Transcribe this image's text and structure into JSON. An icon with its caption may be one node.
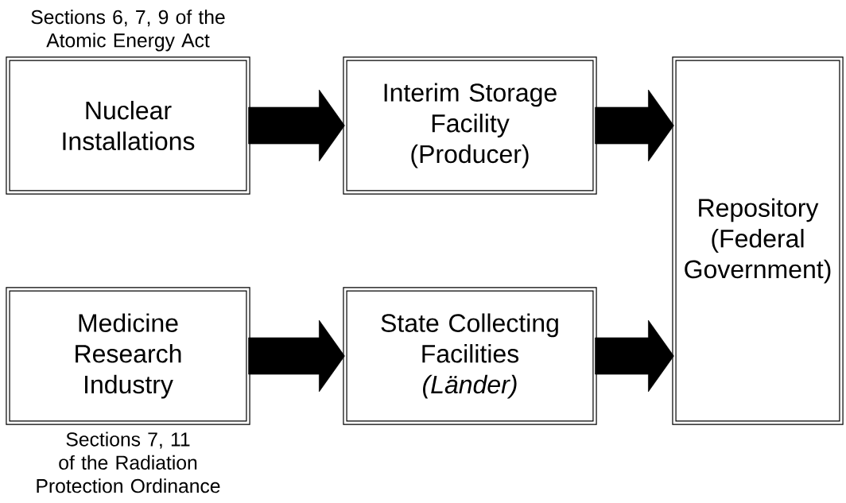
{
  "diagram": {
    "nodes": [
      {
        "text": [
          "Nuclear Installations"
        ],
        "beside": [
          "Sections 6, 7, 9 of the Atomic Energy Act"
        ]
      },
      {
        "text": [
          "Interim Storage Facility (Producer)"
        ]
      },
      {
        "text": [
          "Repository (Federal Government)"
        ]
      },
      {
        "text": [
          "Medicine Research Industry"
        ],
        "beside": [
          "Sections 7, 11 of the Radiation Protection Ordinance"
        ]
      },
      {
        "text": [
          "State Collecting Facilities *(Länder)*"
        ]
      }
    ],
    "edges": [
      {
        "from": 0,
        "to": 1,
        "arrow": "to"
      },
      {
        "from": 1,
        "to": 2,
        "arrow": "to"
      },
      {
        "from": 3,
        "to": 4,
        "arrow": "to"
      },
      {
        "from": 4,
        "to": 2,
        "arrow": "to"
      }
    ]
  }
}
